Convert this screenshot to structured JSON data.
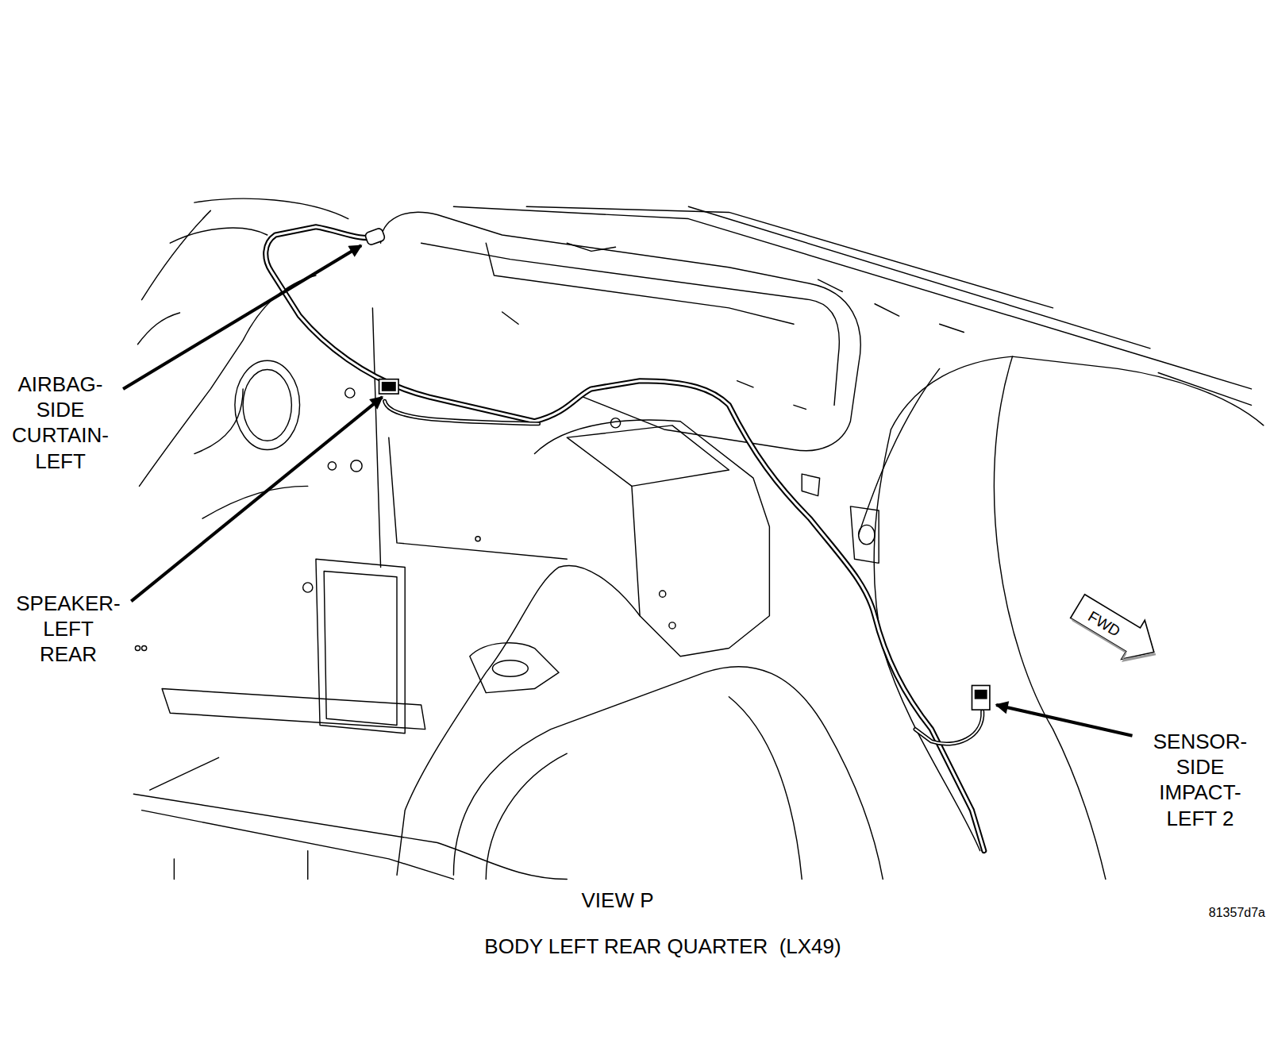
{
  "diagram": {
    "caption": "BODY LEFT REAR QUARTER  (LX49)",
    "labels": [
      "AIRBAG- SIDE CURTAIN- LEFT",
      "SPEAKER- LEFT REAR",
      "SENSOR- SIDE IMPACT- LEFT 2",
      "FWD",
      "VIEW P",
      "81357d7a"
    ]
  }
}
